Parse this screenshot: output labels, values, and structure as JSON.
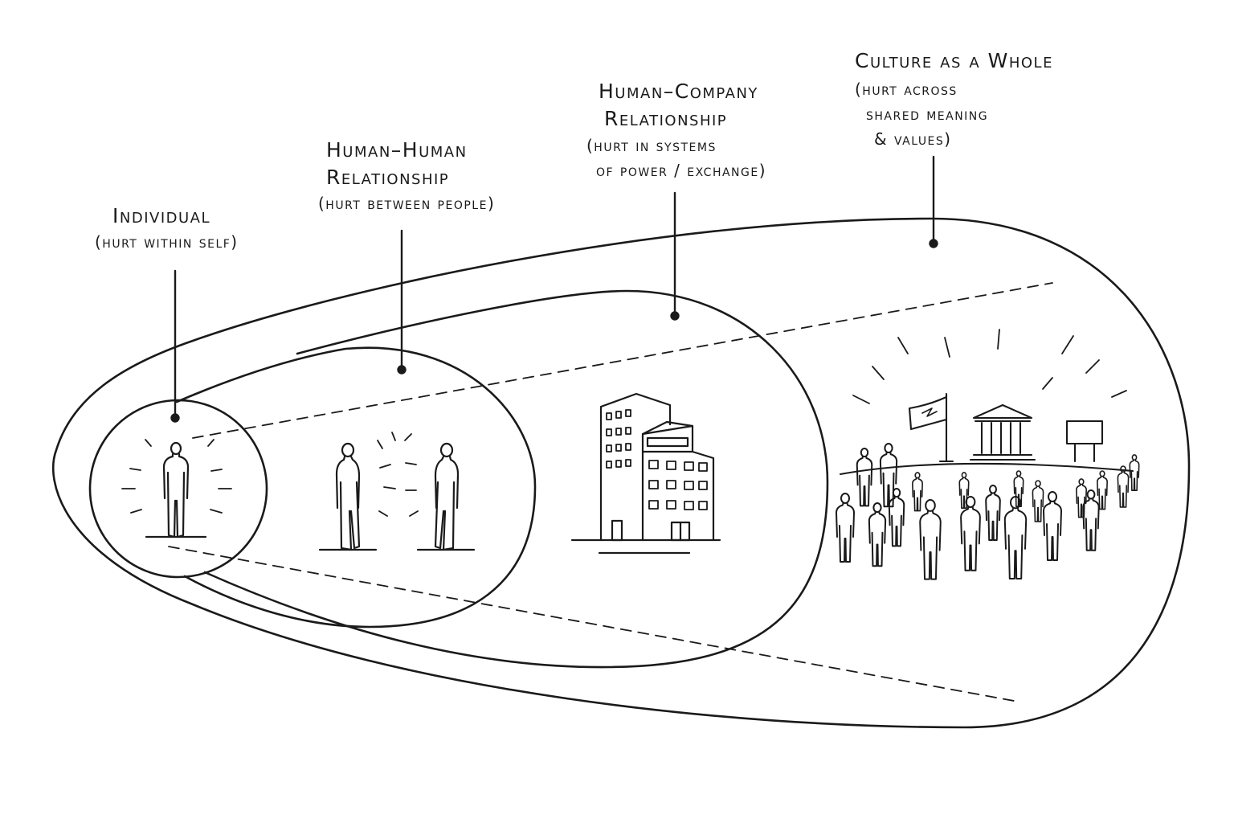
{
  "colors": {
    "ink": "#1a1a1a",
    "background": "#ffffff"
  },
  "levels": [
    {
      "title": "Individual",
      "subtitle": [
        "(hurt within self)"
      ],
      "icon": "person-icon"
    },
    {
      "title": "Human–Human Relationship",
      "title_lines": [
        "Human–Human",
        "Relationship"
      ],
      "subtitle": [
        "(hurt between people)"
      ],
      "icon": "two-people-icon"
    },
    {
      "title": "Human–Company Relationship",
      "title_lines": [
        "Human–Company",
        "Relationship"
      ],
      "subtitle": [
        "(hurt in systems",
        "of power / exchange)"
      ],
      "icon": "office-building-icon"
    },
    {
      "title": "Culture as a Whole",
      "title_lines": [
        "Culture as a Whole"
      ],
      "subtitle": [
        "(hurt across",
        "shared meaning",
        "& values)"
      ],
      "icon": "crowd-icon"
    }
  ],
  "culture_scene_icons": [
    "flag-icon",
    "government-building-icon",
    "billboard-icon",
    "crowd-icon"
  ]
}
